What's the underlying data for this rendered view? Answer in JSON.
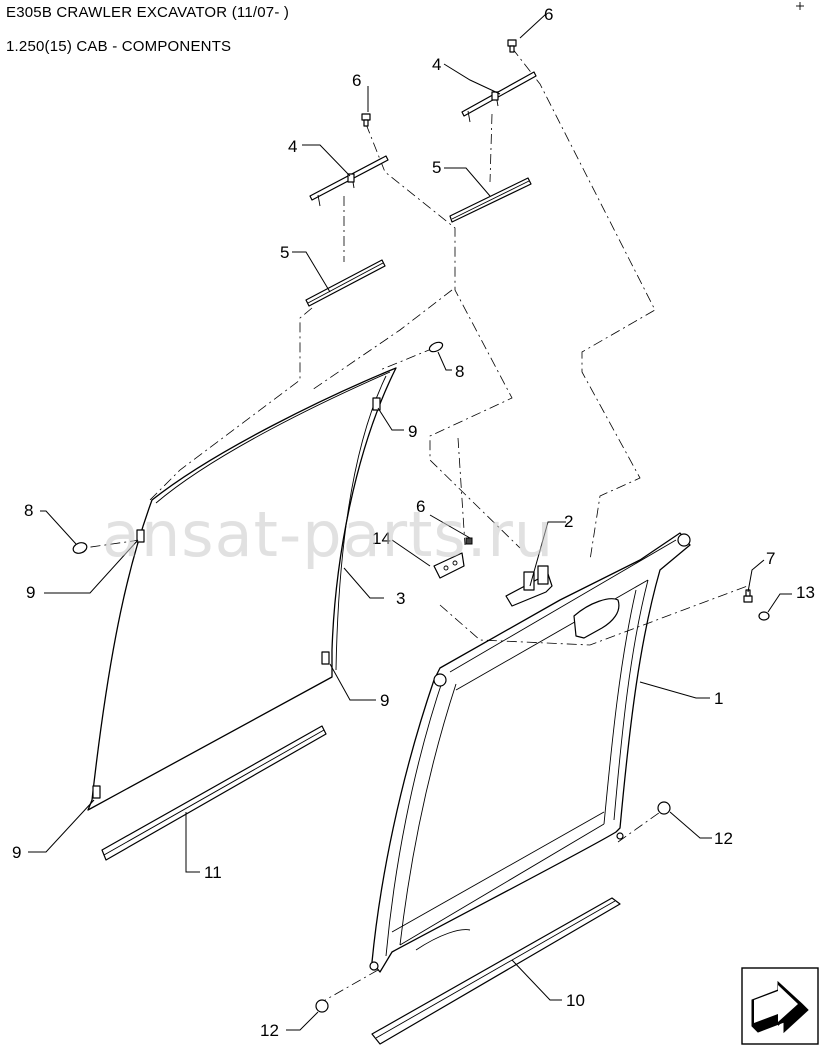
{
  "header": {
    "title": "E305B CRAWLER EXCAVATOR (11/07- )",
    "subtitle": "1.250(15) CAB - COMPONENTS"
  },
  "watermark": {
    "text": "ansat-parts.ru"
  },
  "callouts": {
    "c1": "1",
    "c2": "2",
    "c3": "3",
    "c4a": "4",
    "c4b": "4",
    "c5a": "5",
    "c5b": "5",
    "c6a": "6",
    "c6b": "6",
    "c6c": "6",
    "c7": "7",
    "c8a": "8",
    "c8b": "8",
    "c9a": "9",
    "c9b": "9",
    "c9c": "9",
    "c9d": "9",
    "c10": "10",
    "c11": "11",
    "c12a": "12",
    "c12b": "12",
    "c13": "13",
    "c14": "14"
  },
  "icons": {
    "nav": "next-page-arrow-icon"
  },
  "colors": {
    "ink": "#000000",
    "watermark": "#c8c8c8"
  }
}
